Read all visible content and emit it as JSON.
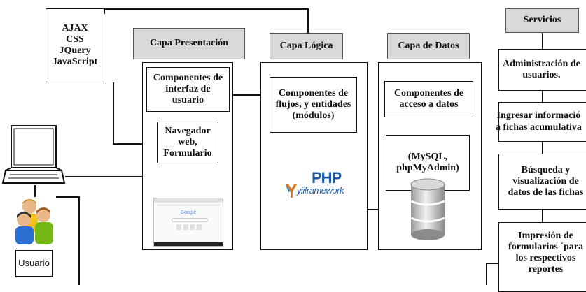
{
  "tech_box": {
    "text": "AJAX\nCSS\nJQuery\nJavaScript"
  },
  "layers": {
    "presentation": {
      "title": "Capa Presentación"
    },
    "logic": {
      "title": "Capa Lógica"
    },
    "data": {
      "title": "Capa de Datos"
    }
  },
  "components": {
    "ui_components": "Componentes de\ninterfaz de\nusuario",
    "browser": "Navegador\nweb,\nFormulario",
    "flows": "Componentes de\nflujos, y entidades\n(módulos)",
    "data_access": "Componentes de\nacceso a datos",
    "db": "(MySQL,\nphpMyAdmin)"
  },
  "logos": {
    "php": "PHP",
    "framework": "yiiframework"
  },
  "browser_screenshot": {
    "logo": "Google"
  },
  "user": {
    "label": "Usuario"
  },
  "services": {
    "title": "Servicios",
    "items": [
      "Administración de\nusuarios.",
      "Ingresar informació\na fichas acumulativa",
      "Búsqueda y\nvisualización de\ndatos de las fichas",
      "Impresión de\nformularios ´para\nlos respectivos\nreportes"
    ]
  }
}
